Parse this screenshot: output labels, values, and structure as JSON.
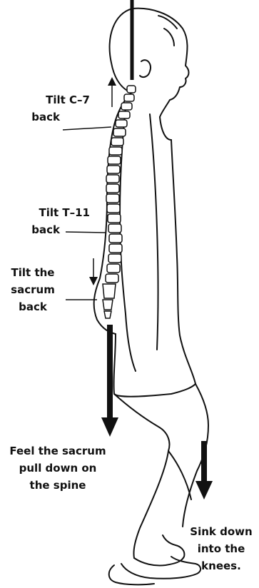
{
  "labels": {
    "c7": [
      "Tilt C–7",
      "back"
    ],
    "t11": [
      "Tilt T–11",
      "back"
    ],
    "sacrum": [
      "Tilt the",
      "sacrum",
      "back"
    ],
    "feel": [
      "Feel the sacrum",
      "pull down on",
      "the spine"
    ],
    "sink": [
      "Sink down",
      "into the",
      "knees."
    ]
  },
  "colors": {
    "line": "#111111",
    "background": "#ffffff"
  }
}
